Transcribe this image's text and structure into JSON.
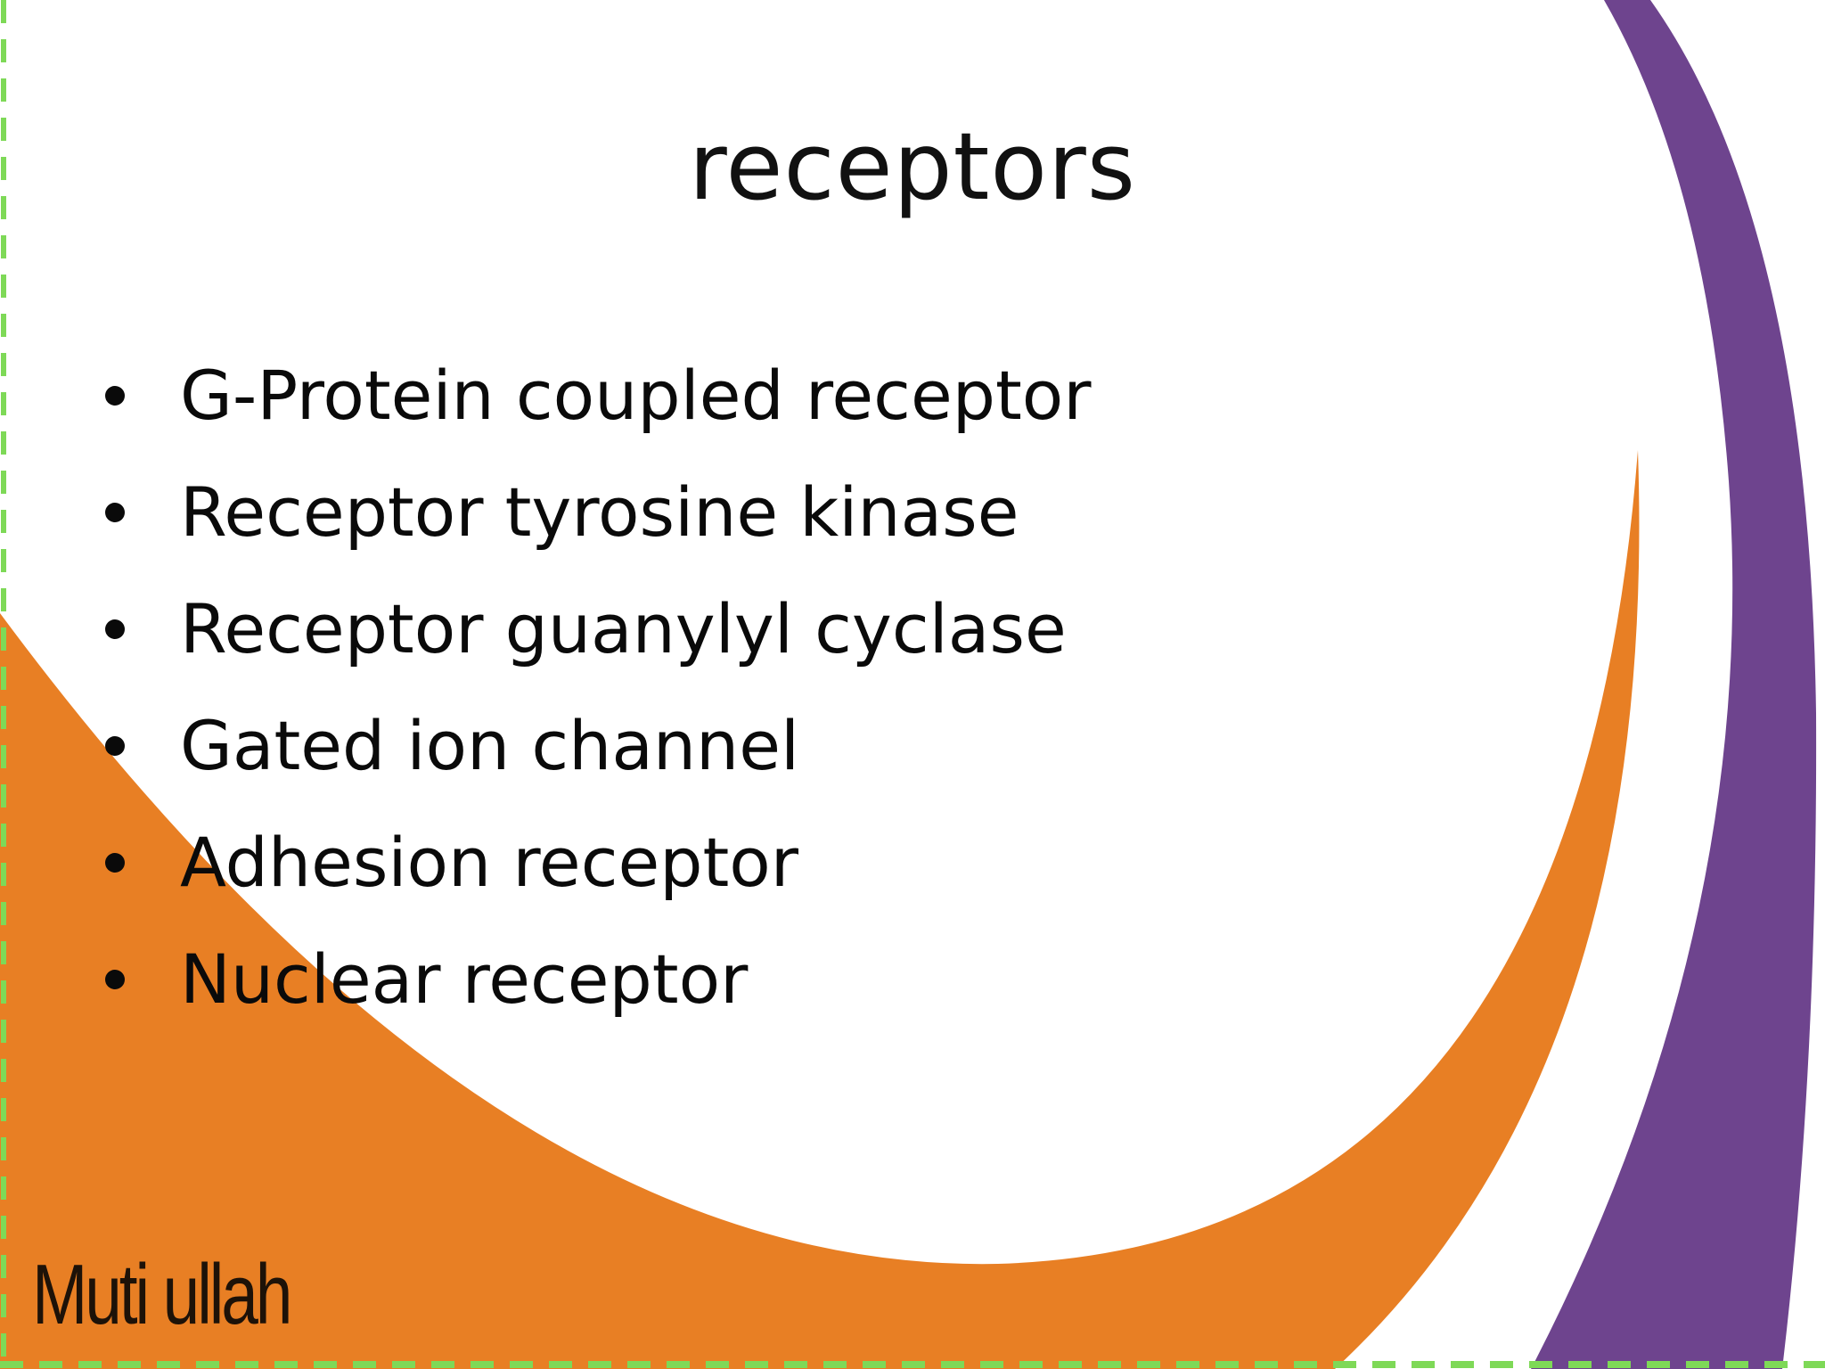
{
  "slide": {
    "title": "receptors",
    "bullets": [
      "G-Protein coupled receptor",
      "Receptor tyrosine kinase",
      "Receptor guanylyl cyclase",
      "Gated ion channel",
      "Adhesion receptor",
      "Nuclear receptor"
    ],
    "author": "Muti ullah"
  },
  "colors": {
    "orange_swoosh": "#E87F24",
    "purple_swoosh": "#6E448E",
    "border_green": "#7ED957",
    "text": "#0A0A0A",
    "background": "#FFFFFF"
  }
}
